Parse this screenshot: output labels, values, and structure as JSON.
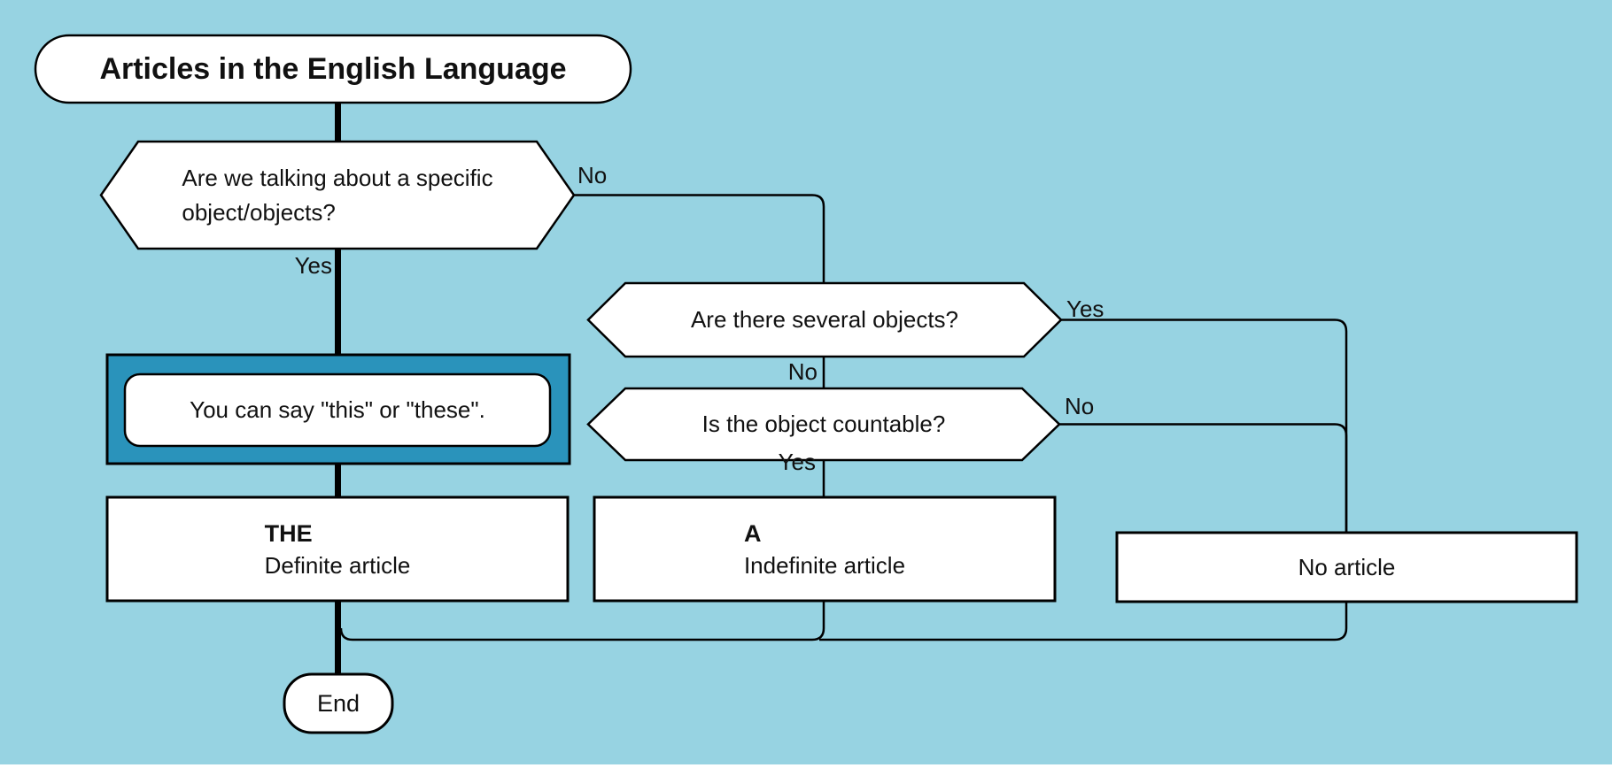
{
  "diagram": {
    "type": "flowchart",
    "colors": {
      "background": "#97d3e2",
      "node_fill": "#ffffff",
      "highlight_fill": "#2a93bb",
      "line": "#000000"
    },
    "nodes": {
      "title": {
        "text": "Articles in the English Language"
      },
      "q_specific": {
        "text": "Are we talking about a specific\nobject/objects?"
      },
      "q_several": {
        "text": "Are there several objects?"
      },
      "q_countable": {
        "text": "Is the object countable?"
      },
      "note_this_these": {
        "text": "You can say \"this\" or \"these\"."
      },
      "result_the": {
        "label": "THE",
        "sublabel": "Definite article"
      },
      "result_a": {
        "label": "A",
        "sublabel": "Indefinite article"
      },
      "result_no_article": {
        "text": "No article"
      },
      "end": {
        "text": "End"
      }
    },
    "edge_labels": {
      "q_specific_no": "No",
      "q_specific_yes": "Yes",
      "q_several_yes": "Yes",
      "q_several_no": "No",
      "q_countable_no": "No",
      "q_countable_yes": "Yes"
    }
  }
}
